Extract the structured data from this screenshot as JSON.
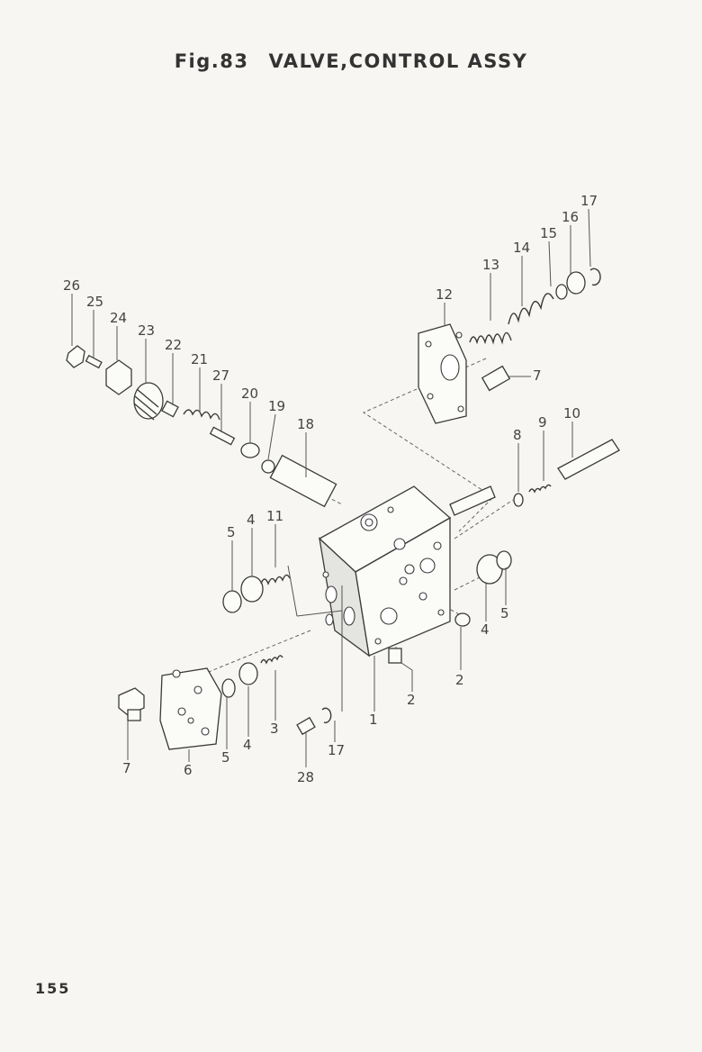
{
  "figure": {
    "number": "Fig.83",
    "title": "VALVE,CONTROL ASSY"
  },
  "page_number": "155",
  "callouts": {
    "c1": "1",
    "c2a": "2",
    "c2b": "2",
    "c3": "3",
    "c4a": "4",
    "c4b": "4",
    "c4c": "4",
    "c5a": "5",
    "c5b": "5",
    "c5c": "5",
    "c6": "6",
    "c7a": "7",
    "c7b": "7",
    "c8": "8",
    "c9": "9",
    "c10": "10",
    "c11": "11",
    "c12": "12",
    "c13": "13",
    "c14": "14",
    "c15": "15",
    "c16": "16",
    "c17a": "17",
    "c17b": "17",
    "c18": "18",
    "c19": "19",
    "c20": "20",
    "c21": "21",
    "c22": "22",
    "c23": "23",
    "c24": "24",
    "c25": "25",
    "c26": "26",
    "c27": "27",
    "c28": "28"
  }
}
